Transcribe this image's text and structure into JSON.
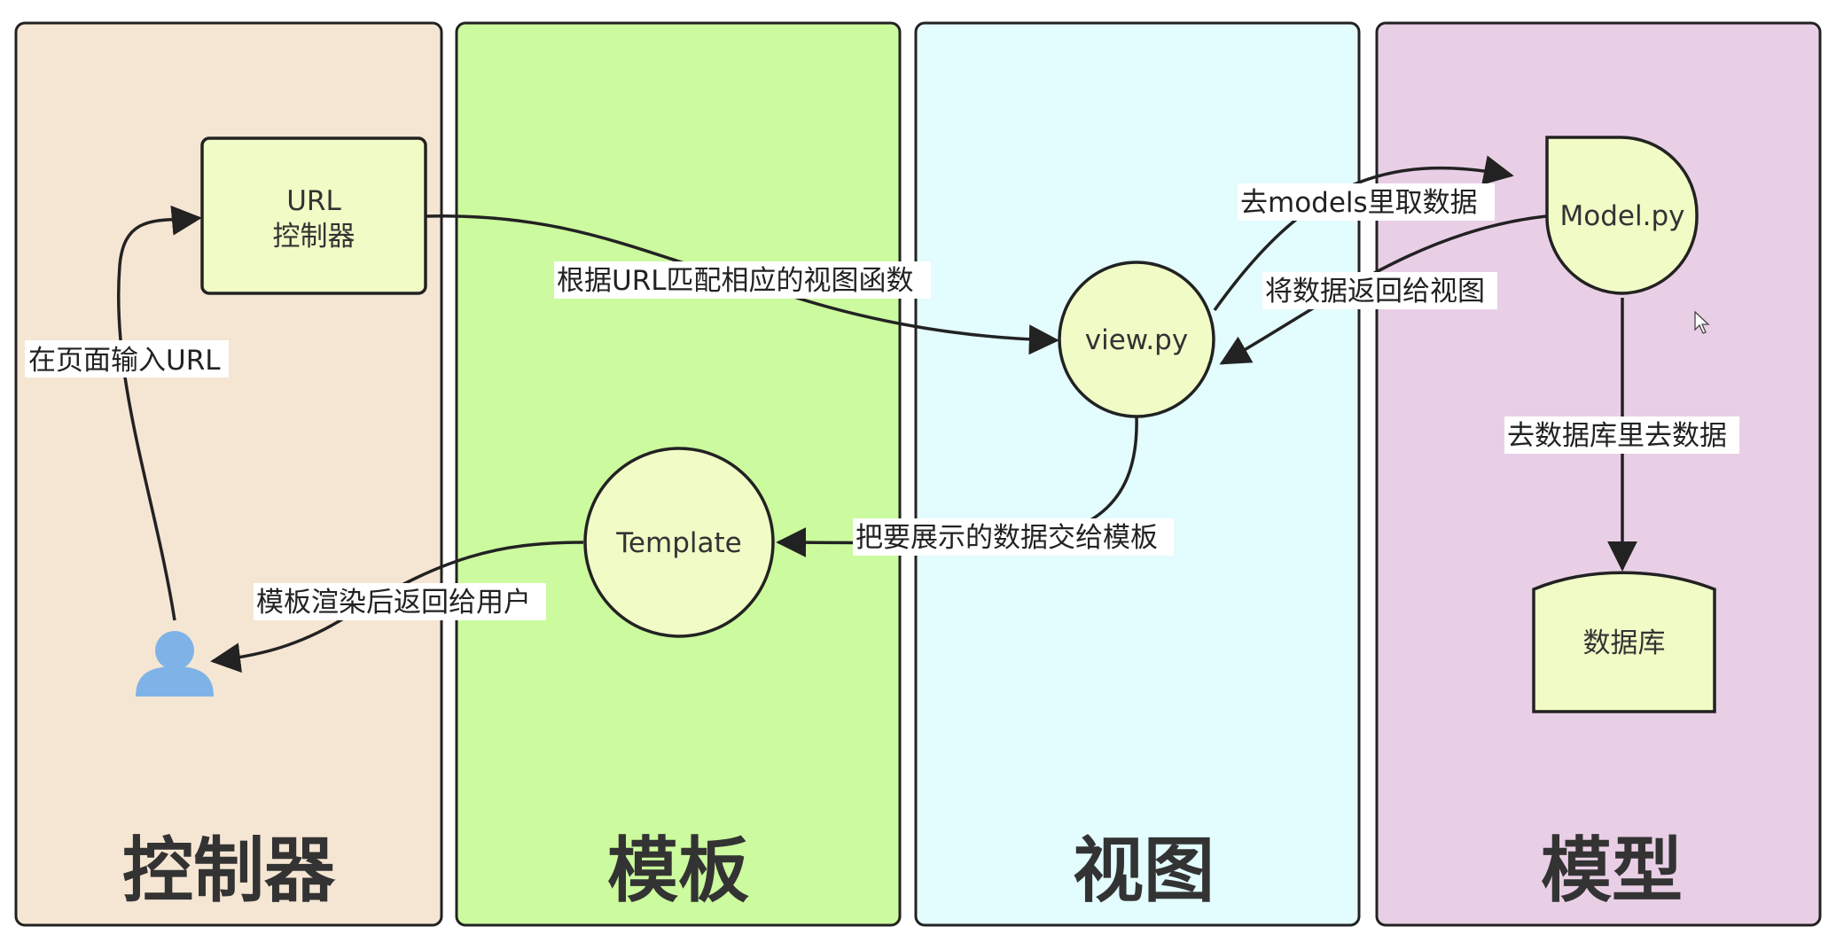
{
  "lanes": {
    "controller": {
      "title": "控制器",
      "fill": "#f5e6d3"
    },
    "template": {
      "title": "模板",
      "fill": "#ccfa9e"
    },
    "view": {
      "title": "视图",
      "fill": "#e3fcfe"
    },
    "model": {
      "title": "模型",
      "fill": "#e9cfe6"
    }
  },
  "nodes": {
    "url_controller": {
      "line1": "URL",
      "line2": "控制器"
    },
    "view_py": {
      "label": "view.py"
    },
    "template": {
      "label": "Template"
    },
    "model_py": {
      "label": "Model.py"
    },
    "database": {
      "label": "数据库"
    },
    "user": {
      "icon": "user-icon",
      "color": "#7fb3e8"
    }
  },
  "edges": {
    "input_url": "在页面输入URL",
    "match_view": "根据URL匹配相应的视图函数",
    "fetch_models": "去models里取数据",
    "return_to_view": "将数据返回给视图",
    "query_db": "去数据库里去数据",
    "to_template": "把要展示的数据交给模板",
    "render_return": "模板渲染后返回给用户"
  },
  "colors": {
    "node_fill": "#f0fbc6",
    "border": "#222222"
  }
}
